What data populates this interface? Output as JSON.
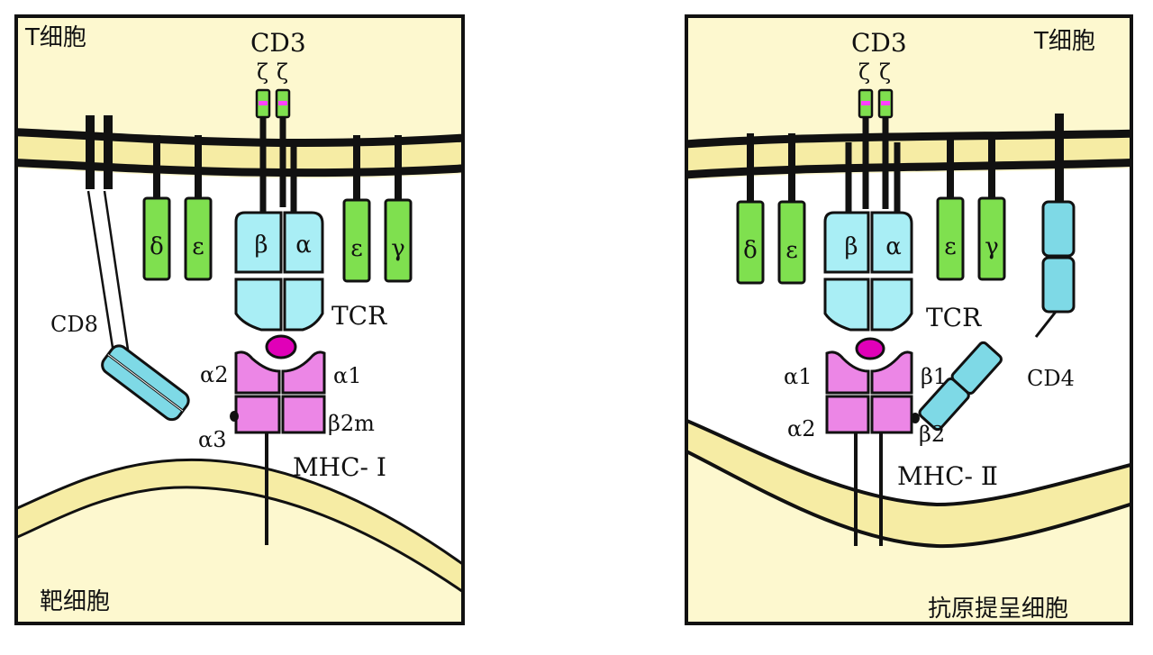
{
  "colors": {
    "cytoplasm": "#fdf8cf",
    "membrane": "#f6eca4",
    "outline": "#111111",
    "cd3_chain": "#7fe04f",
    "tcr": "#a9eef5",
    "mhc": "#ec86e6",
    "peptide": "#e000b8",
    "coreceptor": "#7ed9e6",
    "itam_pink": "#ff40ff",
    "itam_green": "#2fbf2f"
  },
  "icons": {
    "cd3": "rounded-rectangle",
    "tcr": "rounded-rectangle-domains",
    "mhc": "notched-rectangle-domains",
    "peptide": "ellipse",
    "coreceptor": "rounded-rectangle-domains"
  },
  "left": {
    "t_cell": "T细胞",
    "cd3": "CD3",
    "zeta1": "ζ",
    "zeta2": "ζ",
    "delta": "δ",
    "epsilon1": "ε",
    "beta": "β",
    "alpha": "α",
    "epsilon2": "ε",
    "gamma": "γ",
    "tcr": "TCR",
    "cd8": "CD8",
    "a2": "α2",
    "a1": "α1",
    "b2m": "β2m",
    "a3": "α3",
    "mhc": "MHC- Ⅰ",
    "target": "靶细胞"
  },
  "right": {
    "t_cell": "T细胞",
    "cd3": "CD3",
    "zeta1": "ζ",
    "zeta2": "ζ",
    "delta": "δ",
    "epsilon1": "ε",
    "beta": "β",
    "alpha": "α",
    "epsilon2": "ε",
    "gamma": "γ",
    "tcr": "TCR",
    "cd4": "CD4",
    "a1": "α1",
    "b1": "β1",
    "a2": "α2",
    "b2": "β2",
    "mhc": "MHC- Ⅱ",
    "apc": "抗原提呈细胞"
  }
}
